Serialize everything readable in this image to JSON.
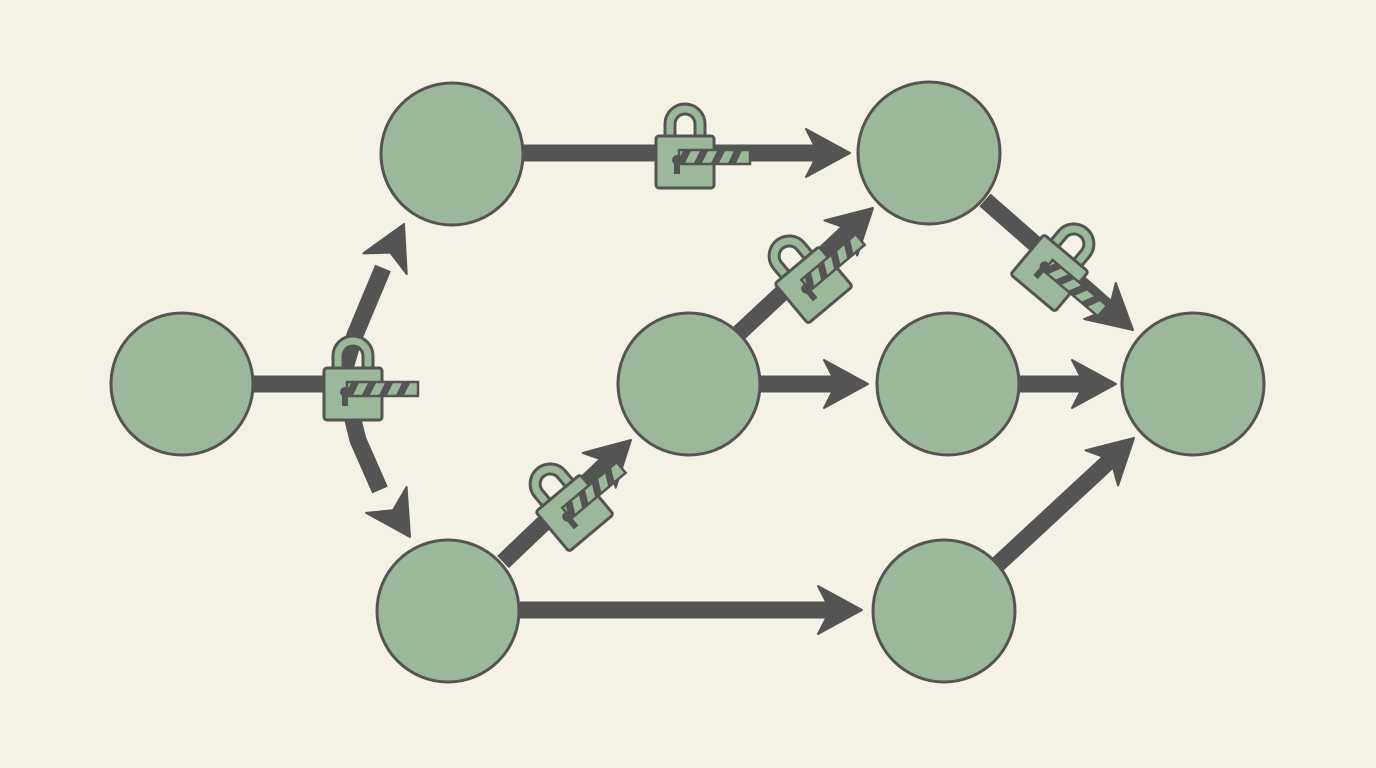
{
  "colors": {
    "background": "#f4f1e6",
    "node_fill": "#9cb89a",
    "outline": "#545454",
    "arrow": "#545454",
    "lock_fill": "#9cb89a",
    "barrier_stripe_light": "#9cb89a",
    "barrier_stripe_dark": "#545454"
  },
  "nodes": [
    {
      "id": "start"
    },
    {
      "id": "upper-left"
    },
    {
      "id": "lower-left"
    },
    {
      "id": "center"
    },
    {
      "id": "upper-right"
    },
    {
      "id": "middle-right"
    },
    {
      "id": "lower-right"
    },
    {
      "id": "end"
    }
  ],
  "edges": [
    {
      "id": "start-to-upper-left",
      "from": "start",
      "to": "upper-left",
      "locked": true
    },
    {
      "id": "start-to-lower-left",
      "from": "start",
      "to": "lower-left",
      "locked": true
    },
    {
      "id": "upper-left-to-upper-right",
      "from": "upper-left",
      "to": "upper-right",
      "locked": true
    },
    {
      "id": "lower-left-to-center",
      "from": "lower-left",
      "to": "center",
      "locked": true
    },
    {
      "id": "lower-left-to-lower-right",
      "from": "lower-left",
      "to": "lower-right",
      "locked": false
    },
    {
      "id": "center-to-upper-right",
      "from": "center",
      "to": "upper-right",
      "locked": true
    },
    {
      "id": "center-to-middle-right",
      "from": "center",
      "to": "middle-right",
      "locked": false
    },
    {
      "id": "upper-right-to-end",
      "from": "upper-right",
      "to": "end",
      "locked": true
    },
    {
      "id": "middle-right-to-end",
      "from": "middle-right",
      "to": "end",
      "locked": false
    },
    {
      "id": "lower-right-to-end",
      "from": "lower-right",
      "to": "end",
      "locked": false
    }
  ],
  "locks": [
    {
      "id": "lock-start-branch",
      "icon": "padlock-icon",
      "barrier": "barrier-gate-icon"
    },
    {
      "id": "lock-upper-path",
      "icon": "padlock-icon",
      "barrier": "barrier-gate-icon"
    },
    {
      "id": "lock-lower-diagonal",
      "icon": "padlock-icon",
      "barrier": "barrier-gate-icon"
    },
    {
      "id": "lock-center-diagonal",
      "icon": "padlock-icon",
      "barrier": "barrier-gate-icon"
    },
    {
      "id": "lock-end-diagonal",
      "icon": "padlock-icon",
      "barrier": "barrier-gate-icon"
    }
  ]
}
